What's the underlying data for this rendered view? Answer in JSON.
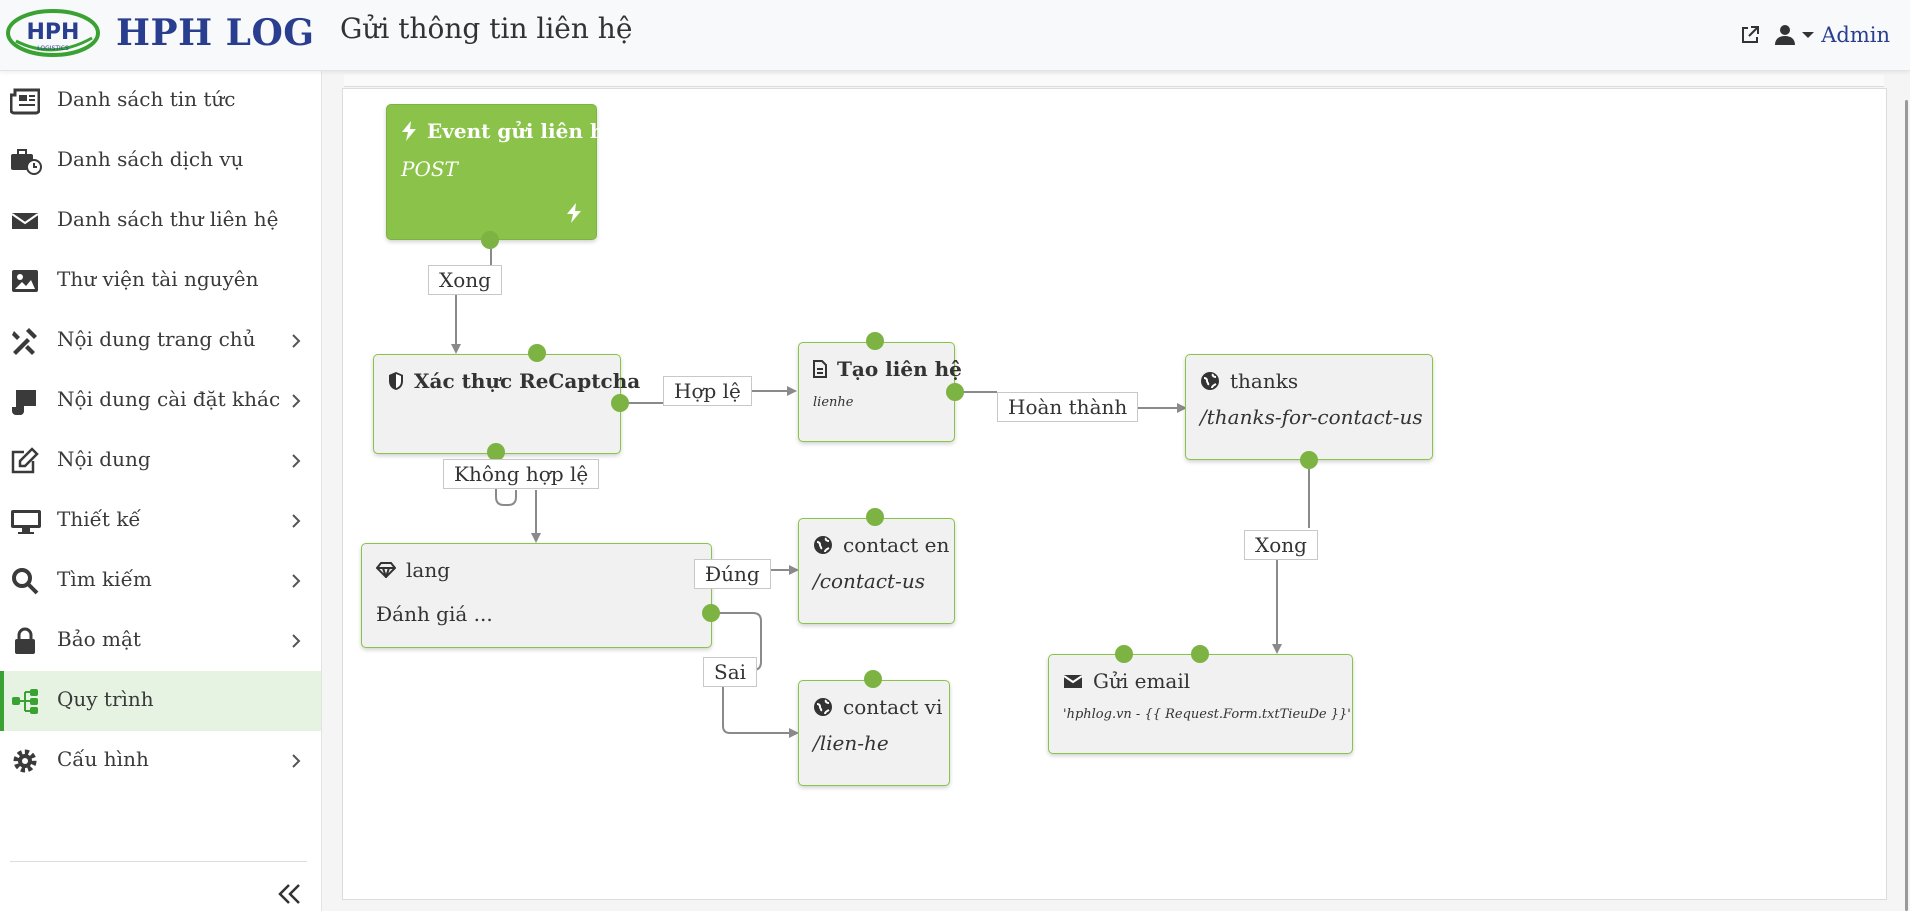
{
  "header": {
    "brand": "HPH LOG",
    "logo_text": "HPH",
    "logo_sub": "LOGISTICS",
    "page_title": "Gửi thông tin liên hệ",
    "user_label": "Admin",
    "icons": [
      "external-link-icon",
      "user-icon",
      "caret-down-icon"
    ]
  },
  "sidebar": {
    "items": [
      {
        "label": "Danh sách tin tức",
        "icon": "newspaper-icon"
      },
      {
        "label": "Danh sách dịch vụ",
        "icon": "briefcase-clock-icon"
      },
      {
        "label": "Danh sách thư liên hệ",
        "icon": "envelope-icon"
      },
      {
        "label": "Thư viện tài nguyên",
        "icon": "image-icon"
      },
      {
        "label": "Nội dung trang chủ",
        "icon": "tools-icon"
      },
      {
        "label": "Nội dung cài đặt khác",
        "icon": "scroll-icon"
      },
      {
        "label": "Nội dung",
        "icon": "edit-icon"
      },
      {
        "label": "Thiết kế",
        "icon": "desktop-icon"
      },
      {
        "label": "Tìm kiếm",
        "icon": "search-icon"
      },
      {
        "label": "Bảo mật",
        "icon": "lock-icon"
      },
      {
        "label": "Quy trình",
        "icon": "sitemap-icon",
        "active": true
      },
      {
        "label": "Cấu hình",
        "icon": "gear-icon"
      }
    ],
    "collapse": "«"
  },
  "workflow": {
    "nodes": {
      "event": {
        "title": "Event gửi liên hệ",
        "sub": "POST",
        "icon": "bolt-icon"
      },
      "recaptcha": {
        "title": "Xác thực ReCaptcha",
        "icon": "shield-icon"
      },
      "create_contact": {
        "title": "Tạo liên hệ",
        "sub": "lienhe",
        "icon": "file-icon"
      },
      "thanks": {
        "title": "thanks",
        "sub": "/thanks-for-contact-us",
        "icon": "globe-icon"
      },
      "lang": {
        "title": "lang",
        "sub": "Đánh giá ...",
        "icon": "gem-icon"
      },
      "contact_en": {
        "title": "contact en",
        "sub": "/contact-us",
        "icon": "globe-icon"
      },
      "contact_vi": {
        "title": "contact vi",
        "sub": "/lien-he",
        "icon": "globe-icon"
      },
      "send_email": {
        "title": "Gửi email",
        "sub": "'hphlog.vn - {{ Request.Form.txtTieuDe }}'",
        "icon": "envelope-icon"
      }
    },
    "edges": {
      "event_done": "Xong",
      "valid": "Hợp lệ",
      "invalid": "Không hợp lệ",
      "completed": "Hoàn thành",
      "true": "Đúng",
      "false": "Sai",
      "thanks_done": "Xong"
    },
    "colors": {
      "port": "#7cb342",
      "event_bg": "#8bc34a",
      "node_border": "#8bc34a",
      "edge": "#8a8a8a"
    }
  }
}
